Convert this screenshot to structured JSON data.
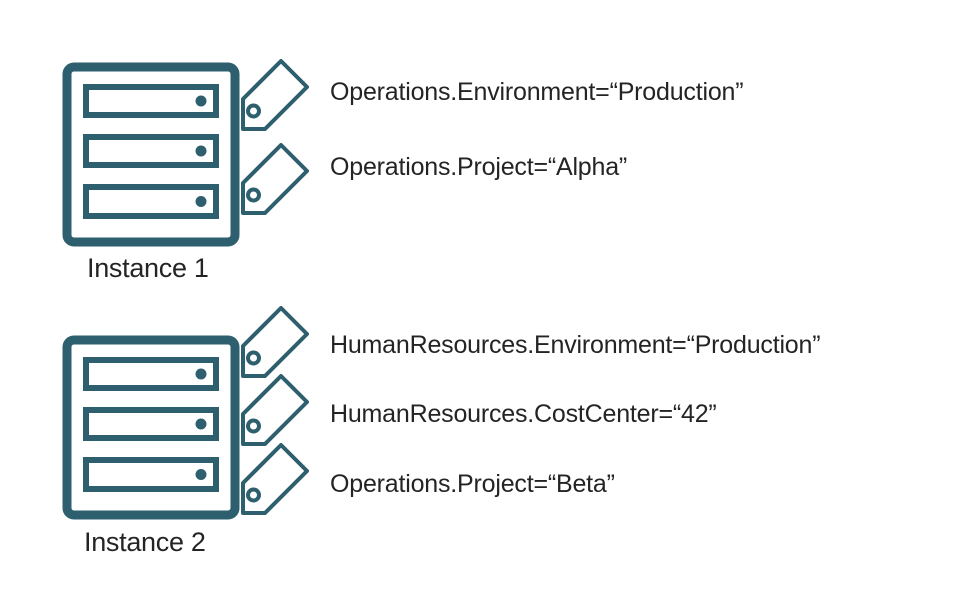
{
  "diagram": {
    "background_color": "#ffffff",
    "outline_color": "#2e5f6e",
    "text_color": "#242424"
  },
  "instances": [
    {
      "label": "Instance 1",
      "tags": [
        {
          "text": "Operations.Environment=“Production”"
        },
        {
          "text": "Operations.Project=“Alpha”"
        }
      ]
    },
    {
      "label": "Instance 2",
      "tags": [
        {
          "text": "HumanResources.Environment=“Production”"
        },
        {
          "text": "HumanResources.CostCenter=“42”"
        },
        {
          "text": "Operations.Project=“Beta”"
        }
      ]
    }
  ]
}
